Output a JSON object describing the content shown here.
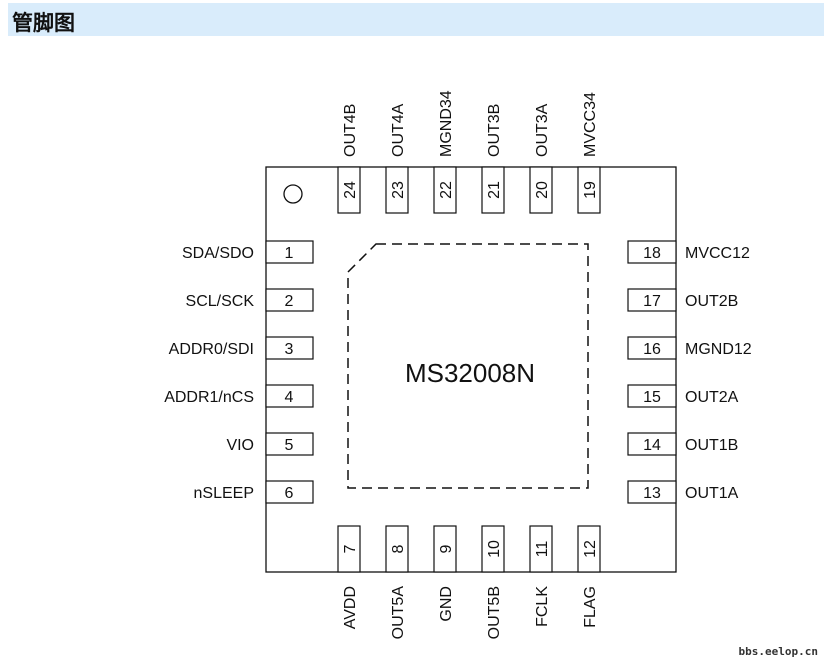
{
  "header": {
    "title": "管脚图"
  },
  "chip": {
    "name": "MS32008N"
  },
  "pins_left": [
    {
      "num": "1",
      "label": "SDA/SDO"
    },
    {
      "num": "2",
      "label": "SCL/SCK"
    },
    {
      "num": "3",
      "label": "ADDR0/SDI"
    },
    {
      "num": "4",
      "label": "ADDR1/nCS"
    },
    {
      "num": "5",
      "label": "VIO"
    },
    {
      "num": "6",
      "label": "nSLEEP"
    }
  ],
  "pins_bottom": [
    {
      "num": "7",
      "label": "AVDD"
    },
    {
      "num": "8",
      "label": "OUT5A"
    },
    {
      "num": "9",
      "label": "GND"
    },
    {
      "num": "10",
      "label": "OUT5B"
    },
    {
      "num": "11",
      "label": "FCLK"
    },
    {
      "num": "12",
      "label": "FLAG"
    }
  ],
  "pins_right": [
    {
      "num": "13",
      "label": "OUT1A"
    },
    {
      "num": "14",
      "label": "OUT1B"
    },
    {
      "num": "15",
      "label": "OUT2A"
    },
    {
      "num": "16",
      "label": "MGND12"
    },
    {
      "num": "17",
      "label": "OUT2B"
    },
    {
      "num": "18",
      "label": "MVCC12"
    }
  ],
  "pins_top": [
    {
      "num": "19",
      "label": "MVCC34"
    },
    {
      "num": "20",
      "label": "OUT3A"
    },
    {
      "num": "21",
      "label": "OUT3B"
    },
    {
      "num": "22",
      "label": "MGND34"
    },
    {
      "num": "23",
      "label": "OUT4A"
    },
    {
      "num": "24",
      "label": "OUT4B"
    }
  ],
  "watermark": "bbs.eelop.cn"
}
